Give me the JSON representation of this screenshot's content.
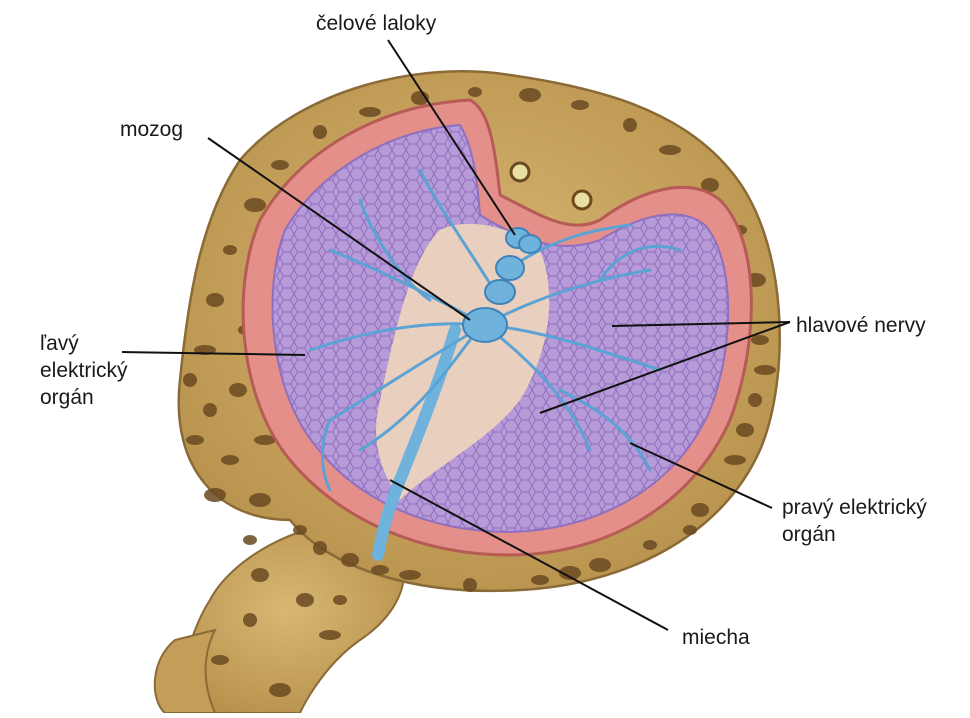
{
  "figure": {
    "colors": {
      "skin": "#c9a560",
      "skin_dark": "#a8823f",
      "spots": "#6b4a22",
      "rim": "#e48f89",
      "rim_dark": "#b65b55",
      "organ": "#b79ad8",
      "organ_dark": "#8f6fbf",
      "nerve": "#6fb2dc",
      "nerve_dark": "#3f82b8",
      "tissue": "#efd6bd",
      "leader_line": "#111111"
    },
    "labels": {
      "frontal_lobes": "čelové laloky",
      "brain": "mozog",
      "left_organ": [
        "ľavý",
        "elektrický",
        "orgán"
      ],
      "cranial_nerves": "hlavové nervy",
      "right_organ": [
        "pravý elektrický",
        "orgán"
      ],
      "spinal_cord": "miecha"
    }
  }
}
